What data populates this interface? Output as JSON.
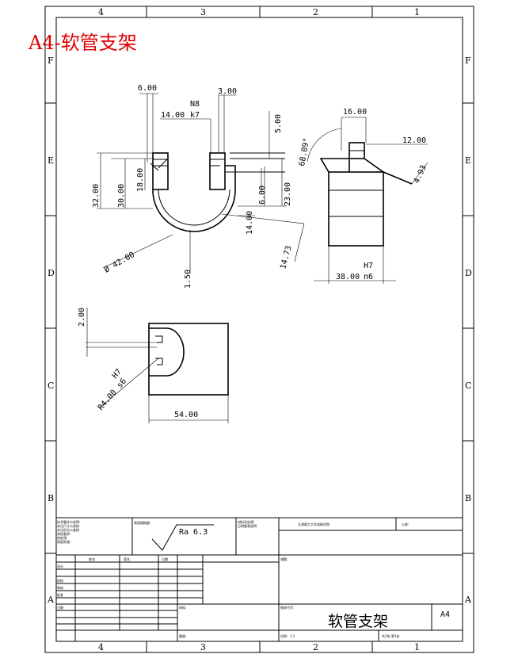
{
  "header_title": "A4-软管支架",
  "zones": {
    "columns": [
      "4",
      "3",
      "2",
      "1"
    ],
    "rows": [
      "F",
      "E",
      "D",
      "C",
      "B",
      "A"
    ]
  },
  "dims": {
    "d_600": "6.00",
    "d_300": "3.00",
    "d_1400_top": "14.00",
    "d_n8": "N8",
    "d_k7": "k7",
    "d_500": "5.00",
    "d_3200": "32.00",
    "d_3000": "30.00",
    "d_1800": "18.00",
    "d_2300": "23.00",
    "d_600b": "6.00",
    "d_1400_mid": "14.00",
    "d_4200": "Ø 42.00",
    "d_150": "1.50",
    "d_1473": "14.73",
    "d_1600": "16.00",
    "d_1200": "12.00",
    "d_angle": "68.09°",
    "d_493": "4.93",
    "d_3800": "38.00",
    "d_h7": "H7",
    "d_n6": "n6",
    "d_200": "2.00",
    "d_r400": "R4.00",
    "d_h7b": "H7",
    "d_s6": "s6",
    "d_5400": "54.00"
  },
  "title_block": {
    "notes": [
      "技术要求与说明:",
      "未注尺寸公差按",
      "未注形位公差按",
      "其他要求:",
      "热处理:",
      "表面处理:"
    ],
    "roughness_label": "表面粗糙度:",
    "ra_value": "Ra 6.3",
    "material_label": "材料及处理:",
    "material_note": "见明细表说明",
    "school": "天津理工大学机械学院",
    "project": "课题:",
    "tolerance": "公差:",
    "row_labels": [
      "设计",
      "校核",
      "审核",
      "批准",
      "日期"
    ],
    "col_labels": [
      "姓名",
      "签名",
      "日期"
    ],
    "scale_label": "比例:",
    "scale": "1:1",
    "drawing_title": "软管支架",
    "size": "A4",
    "drawing_no_label": "图样代号:",
    "sheet_label": "共1张 第1张",
    "weight_label": "重量:",
    "material_cell": "材料:"
  }
}
